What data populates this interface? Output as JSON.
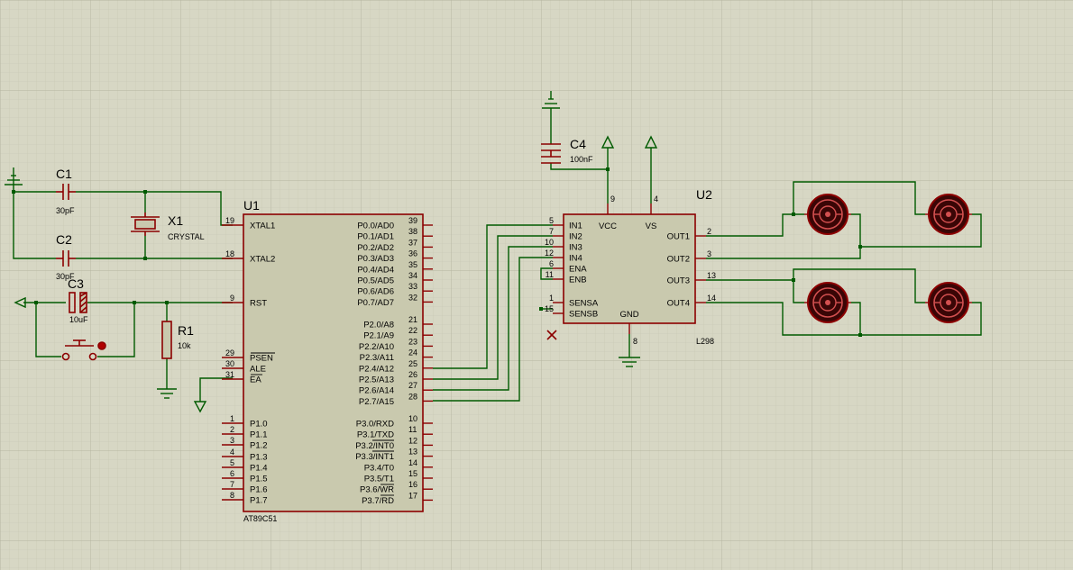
{
  "chips": {
    "u1": {
      "ref": "U1",
      "part": "AT89C51",
      "left_pins": [
        {
          "name": "XTAL1",
          "num": "19"
        },
        {
          "name": "XTAL2",
          "num": "18"
        },
        {
          "name": "RST",
          "num": "9"
        },
        {
          "name": "PSEN",
          "num": "29"
        },
        {
          "name": "ALE",
          "num": "30"
        },
        {
          "name": "EA",
          "num": "31"
        },
        {
          "name": "P1.0",
          "num": "1"
        },
        {
          "name": "P1.1",
          "num": "2"
        },
        {
          "name": "P1.2",
          "num": "3"
        },
        {
          "name": "P1.3",
          "num": "4"
        },
        {
          "name": "P1.4",
          "num": "5"
        },
        {
          "name": "P1.5",
          "num": "6"
        },
        {
          "name": "P1.6",
          "num": "7"
        },
        {
          "name": "P1.7",
          "num": "8"
        }
      ],
      "right_pins": [
        {
          "name": "P0.0/AD0",
          "num": "39"
        },
        {
          "name": "P0.1/AD1",
          "num": "38"
        },
        {
          "name": "P0.2/AD2",
          "num": "37"
        },
        {
          "name": "P0.3/AD3",
          "num": "36"
        },
        {
          "name": "P0.4/AD4",
          "num": "35"
        },
        {
          "name": "P0.5/AD5",
          "num": "34"
        },
        {
          "name": "P0.6/AD6",
          "num": "33"
        },
        {
          "name": "P0.7/AD7",
          "num": "32"
        },
        {
          "name": "P2.0/A8",
          "num": "21"
        },
        {
          "name": "P2.1/A9",
          "num": "22"
        },
        {
          "name": "P2.2/A10",
          "num": "23"
        },
        {
          "name": "P2.3/A11",
          "num": "24"
        },
        {
          "name": "P2.4/A12",
          "num": "25"
        },
        {
          "name": "P2.5/A13",
          "num": "26"
        },
        {
          "name": "P2.6/A14",
          "num": "27"
        },
        {
          "name": "P2.7/A15",
          "num": "28"
        },
        {
          "name": "P3.0/RXD",
          "num": "10"
        },
        {
          "name": "P3.1/TXD",
          "num": "11"
        },
        {
          "name": "P3.2/INT0",
          "num": "12"
        },
        {
          "name": "P3.3/INT1",
          "num": "13"
        },
        {
          "name": "P3.4/T0",
          "num": "14"
        },
        {
          "name": "P3.5/T1",
          "num": "15"
        },
        {
          "name": "P3.6/WR",
          "num": "16"
        },
        {
          "name": "P3.7/RD",
          "num": "17"
        }
      ]
    },
    "u2": {
      "ref": "U2",
      "part": "L298",
      "left_pins": [
        {
          "name": "IN1",
          "num": "5"
        },
        {
          "name": "IN2",
          "num": "7"
        },
        {
          "name": "IN3",
          "num": "10"
        },
        {
          "name": "IN4",
          "num": "12"
        },
        {
          "name": "ENA",
          "num": "6"
        },
        {
          "name": "ENB",
          "num": "11"
        },
        {
          "name": "SENSA",
          "num": "1"
        },
        {
          "name": "SENSB",
          "num": "15"
        }
      ],
      "right_pins": [
        {
          "name": "OUT1",
          "num": "2"
        },
        {
          "name": "OUT2",
          "num": "3"
        },
        {
          "name": "OUT3",
          "num": "13"
        },
        {
          "name": "OUT4",
          "num": "14"
        }
      ],
      "top_pins": [
        {
          "name": "VCC",
          "num": "9"
        },
        {
          "name": "VS",
          "num": "4"
        }
      ],
      "bottom_pins": [
        {
          "name": "GND",
          "num": "8"
        }
      ]
    }
  },
  "components": {
    "c1": {
      "ref": "C1",
      "value": "30pF"
    },
    "c2": {
      "ref": "C2",
      "value": "30pF"
    },
    "c3": {
      "ref": "C3",
      "value": "10uF"
    },
    "c4": {
      "ref": "C4",
      "value": "100nF"
    },
    "x1": {
      "ref": "X1",
      "value": "CRYSTAL"
    },
    "r1": {
      "ref": "R1",
      "value": "10k"
    }
  },
  "colors": {
    "background": "#d7d7c4",
    "grid_minor": "#c6c6b2",
    "grid_major": "#b5b5a0",
    "wire": "#005a00",
    "component": "#8c0000",
    "chip_fill": "#c9c9ae",
    "motor_fill": "#3a0606"
  }
}
